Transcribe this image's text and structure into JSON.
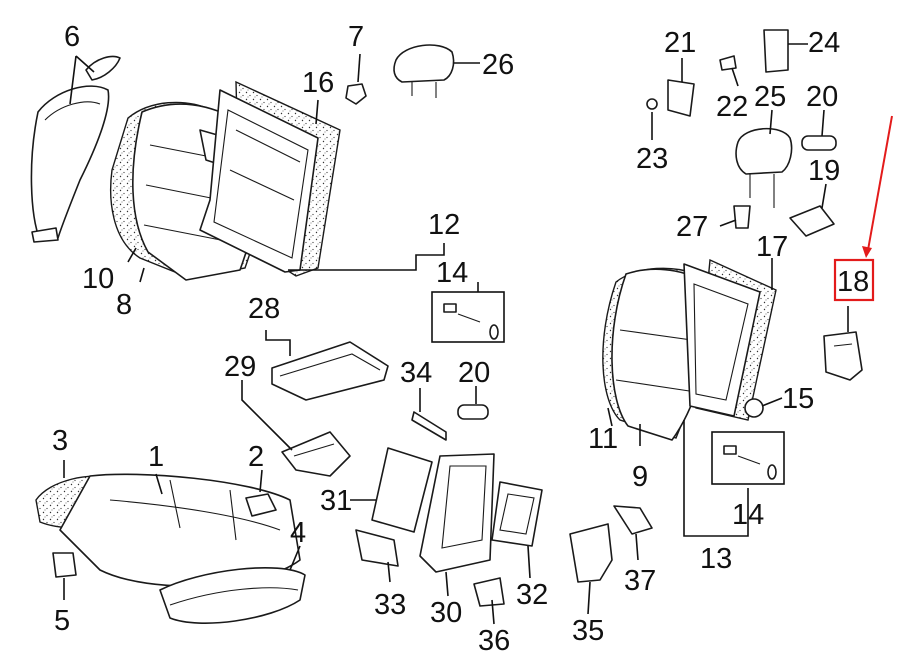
{
  "diagram": {
    "labels": {
      "p1": "1",
      "p2": "2",
      "p3": "3",
      "p4": "4",
      "p5": "5",
      "p6": "6",
      "p7": "7",
      "p8": "8",
      "p9": "9",
      "p10": "10",
      "p11": "11",
      "p12": "12",
      "p13": "13",
      "p14a": "14",
      "p14b": "14",
      "p15": "15",
      "p16": "16",
      "p17": "17",
      "p18": "18",
      "p19": "19",
      "p20a": "20",
      "p20b": "20",
      "p21": "21",
      "p22": "22",
      "p23": "23",
      "p24": "24",
      "p25": "25",
      "p26": "26",
      "p27": "27",
      "p28": "28",
      "p29": "29",
      "p30": "30",
      "p31": "31",
      "p32": "32",
      "p33": "33",
      "p34": "34",
      "p35": "35",
      "p36": "36",
      "p37": "37"
    },
    "highlight": {
      "part": "18",
      "color": "#e31b1b"
    }
  }
}
